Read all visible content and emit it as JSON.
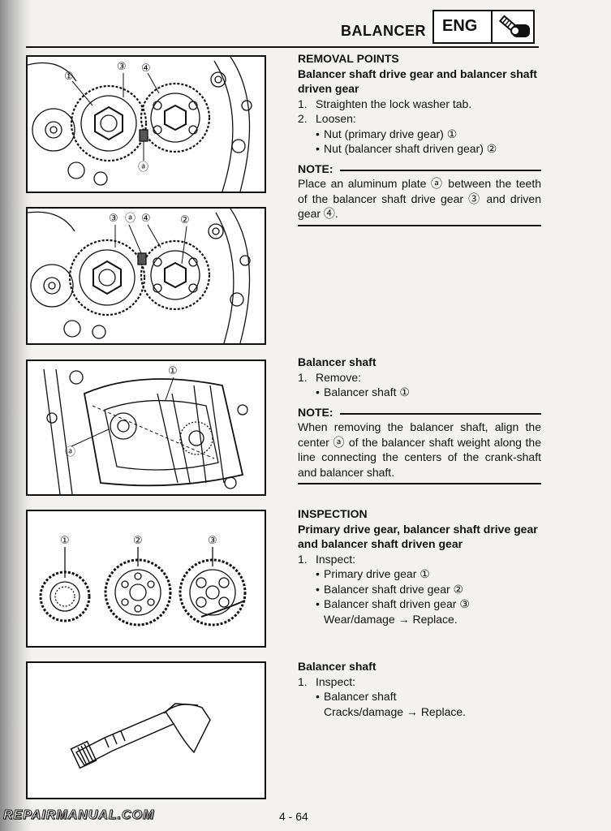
{
  "header": {
    "section_title": "BALANCER",
    "badge": "ENG",
    "badge_icon": "engine-wrench-icon"
  },
  "figures": [
    {
      "name": "gear-removal-figure",
      "callouts": [
        "①",
        "③",
        "④",
        "ⓐ"
      ]
    },
    {
      "name": "aluminum-plate-figure",
      "callouts": [
        "③",
        "ⓐ",
        "④",
        "②"
      ]
    },
    {
      "name": "balancer-shaft-removal-figure",
      "callouts": [
        "①",
        "ⓐ"
      ]
    },
    {
      "name": "gears-inspection-figure",
      "callouts": [
        "①",
        "②",
        "③"
      ]
    },
    {
      "name": "balancer-shaft-inspection-figure",
      "callouts": []
    }
  ],
  "removal": {
    "heading": "REMOVAL POINTS",
    "subheading": "Balancer shaft drive gear and balancer shaft driven gear",
    "steps": [
      {
        "num": "1.",
        "text": "Straighten the lock washer tab."
      },
      {
        "num": "2.",
        "text": "Loosen:"
      }
    ],
    "bullets": [
      "Nut (primary drive gear) ①",
      "Nut (balancer shaft driven gear) ②"
    ],
    "note_label": "NOTE:",
    "note_text": "Place an aluminum plate ⓐ between the teeth of the balancer shaft drive gear ③ and driven gear ④."
  },
  "balancer_removal": {
    "heading": "Balancer shaft",
    "step": {
      "num": "1.",
      "text": "Remove:"
    },
    "bullets": [
      "Balancer shaft ①"
    ],
    "note_label": "NOTE:",
    "note_text": "When removing the balancer shaft, align the center ⓐ of the balancer shaft weight along the line connecting the centers of the crank-shaft and balancer shaft."
  },
  "inspection": {
    "heading": "INSPECTION",
    "subheading": "Primary drive gear, balancer shaft drive gear and balancer shaft driven gear",
    "step": {
      "num": "1.",
      "text": "Inspect:"
    },
    "bullets": [
      "Primary drive gear ①",
      "Balancer shaft drive gear ②",
      "Balancer shaft driven gear ③"
    ],
    "result": "Wear/damage → Replace."
  },
  "shaft_inspection": {
    "heading": "Balancer shaft",
    "step": {
      "num": "1.",
      "text": "Inspect:"
    },
    "bullets": [
      "Balancer shaft"
    ],
    "result": "Cracks/damage → Replace."
  },
  "footer": {
    "watermark": "REPAIRMANUAL.COM",
    "page_number": "4 - 64"
  }
}
